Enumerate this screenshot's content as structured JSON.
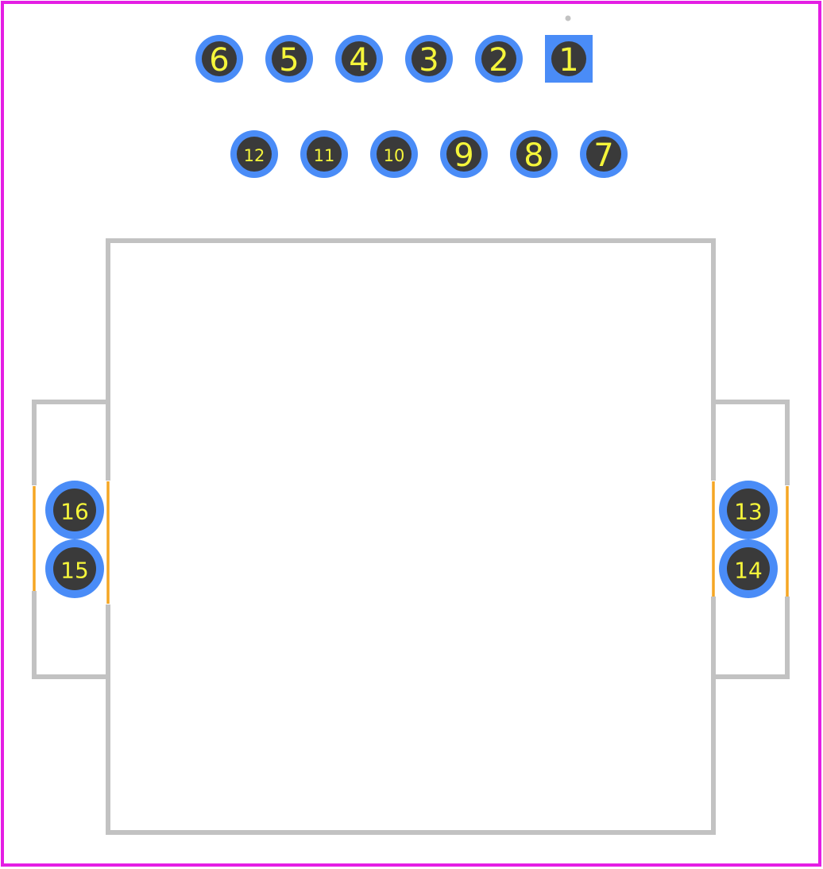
{
  "colors": {
    "background": "#ffffff",
    "board_outline": "#e41ee4",
    "silkscreen": "#c2c2c2",
    "courtyard": "#f5a623",
    "pad_copper": "#4a8cf7",
    "pad_drill": "#3a3a3a",
    "pad_label": "#f5f53a"
  },
  "pads": {
    "p1": "1",
    "p2": "2",
    "p3": "3",
    "p4": "4",
    "p5": "5",
    "p6": "6",
    "p7": "7",
    "p8": "8",
    "p9": "9",
    "p10": "10",
    "p11": "11",
    "p12": "12",
    "p13": "13",
    "p14": "14",
    "p15": "15",
    "p16": "16"
  }
}
